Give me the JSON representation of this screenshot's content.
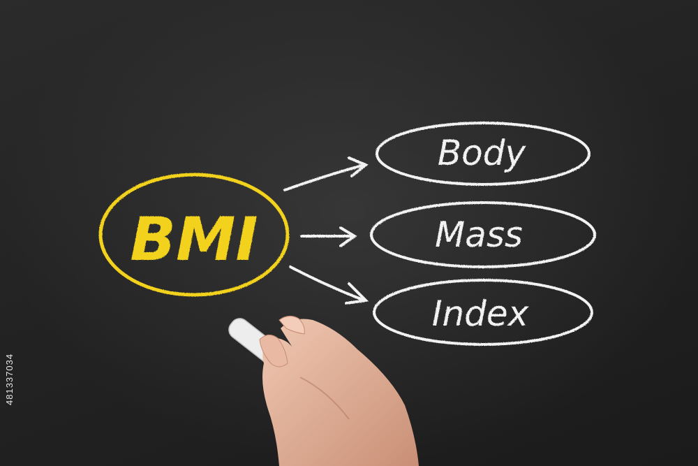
{
  "colors": {
    "board": "#232323",
    "chalk_white": "#f2f2f2",
    "chalk_yellow": "#f2d21b",
    "skin": "#e7b9a1"
  },
  "acronym": {
    "label": "BMI",
    "expansion": [
      {
        "word": "Body"
      },
      {
        "word": "Mass"
      },
      {
        "word": "Index"
      }
    ]
  },
  "stock_id": "481337034"
}
